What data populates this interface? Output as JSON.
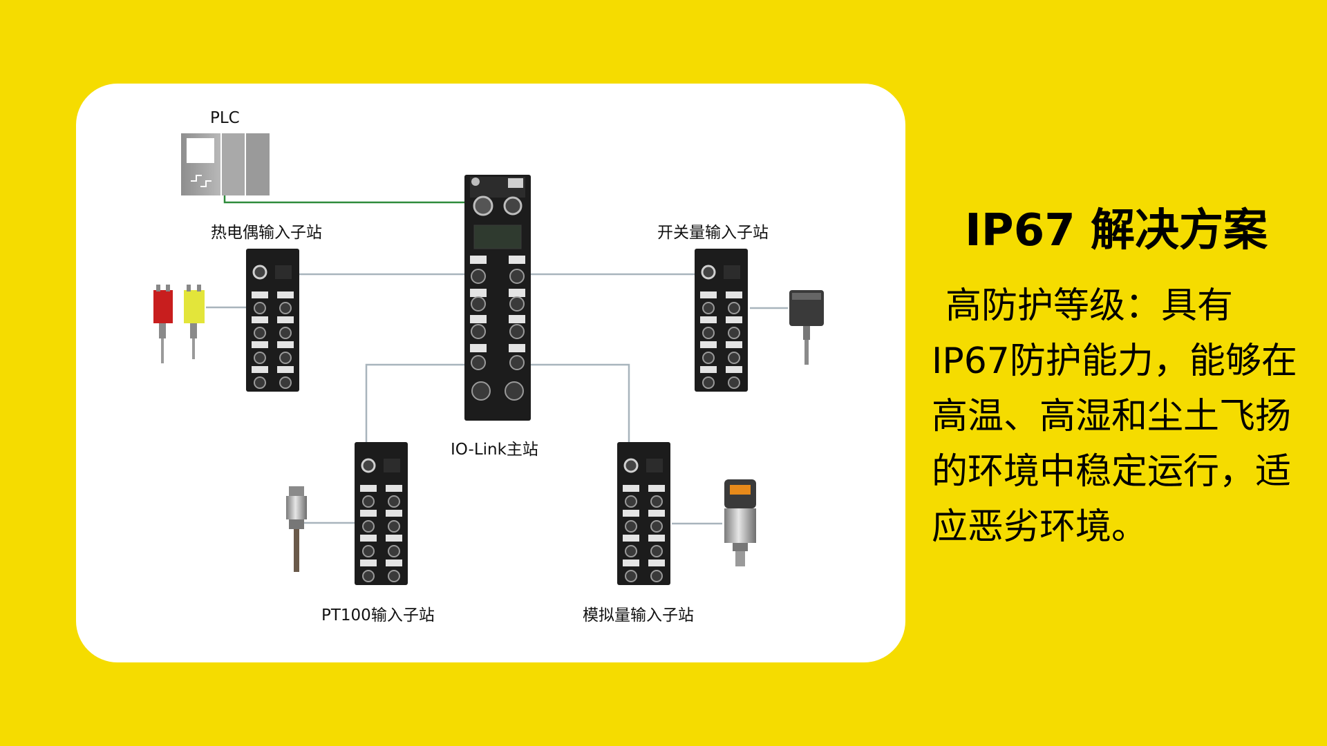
{
  "colors": {
    "background": "#F5DC00",
    "card": "#FFFFFF",
    "connection_line": "#A8B4BC",
    "plc_link": "#2E8B3A",
    "device_body": "#1C1C1C"
  },
  "nodes": {
    "plc": "PLC",
    "master": "IO-Link主站",
    "thermocouple": "热电偶输入子站",
    "switch_input": "开关量输入子站",
    "pt100": "PT100输入子站",
    "analog": "模拟量输入子站"
  },
  "panel": {
    "title": "IP67 解决方案",
    "body": "高防护等级：具有IP67防护能力，能够在高温、高湿和尘土飞扬的环境中稳定运行，适应恶劣环境。"
  }
}
